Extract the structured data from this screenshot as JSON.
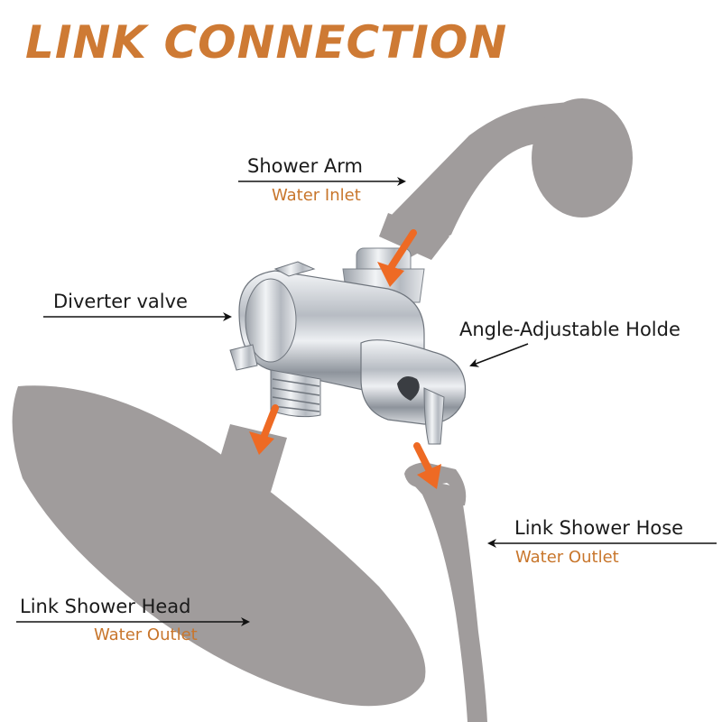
{
  "title": "LINK CONNECTION",
  "labels": {
    "shower_arm": {
      "name": "Shower Arm",
      "flow": "Water Inlet"
    },
    "diverter_valve": {
      "name": "Diverter valve"
    },
    "holder": {
      "name": "Angle-Adjustable Holde"
    },
    "shower_hose": {
      "name": "Link Shower Hose",
      "flow": "Water Outlet"
    },
    "shower_head": {
      "name": "Link Shower Head",
      "flow": "Water Outlet"
    }
  },
  "colors": {
    "title": "#ce7a34",
    "flow_text": "#c8762c",
    "flow_arrow": "#ee6a24",
    "part_gray": "#a09c9c",
    "chrome": "#c9ccd1"
  }
}
